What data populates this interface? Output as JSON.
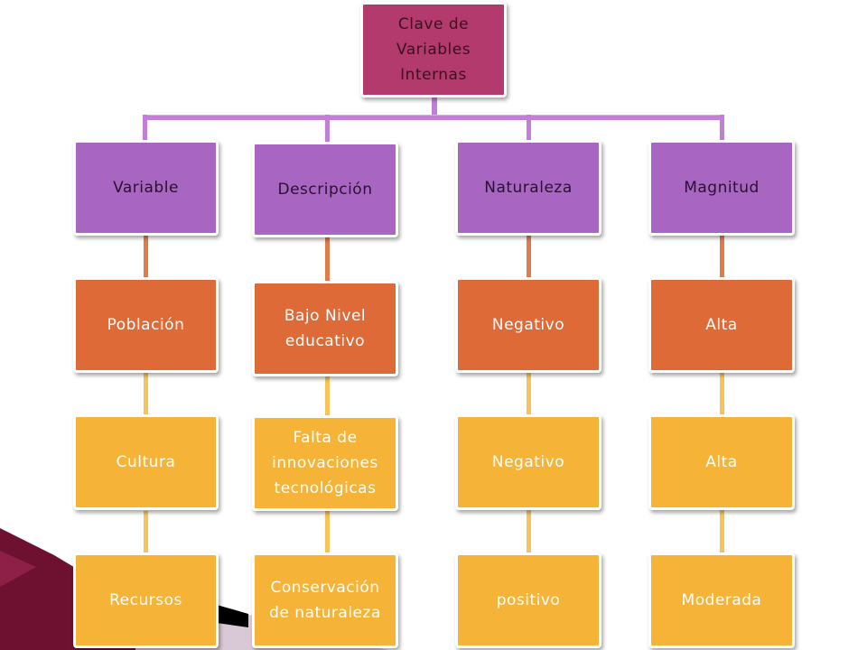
{
  "colors": {
    "root": "#b33a6c",
    "level1": "#a866c2",
    "level2": "#dd6a37",
    "level3": "#f5b338",
    "level4": "#f5b338",
    "connector_top": "#c27fd6",
    "connector_mid": "#e07b4a",
    "connector_low": "#f7c45a",
    "deco_dark": "#6e1030",
    "deco_light": "#b9a0b4"
  },
  "root": {
    "label": "Clave de\nVariables\nInternas"
  },
  "columns": [
    {
      "header": "Variable",
      "items": [
        "Población",
        "Cultura",
        "Recursos"
      ]
    },
    {
      "header": "Descripción",
      "items": [
        "Bajo Nivel\neducativo",
        "Falta de\ninnovaciones\ntecnológicas",
        "Conservación\nde naturaleza"
      ]
    },
    {
      "header": "Naturaleza",
      "items": [
        "Negativo",
        "Negativo",
        "positivo"
      ]
    },
    {
      "header": "Magnitud",
      "items": [
        "Alta",
        "Alta",
        "Moderada"
      ]
    }
  ]
}
